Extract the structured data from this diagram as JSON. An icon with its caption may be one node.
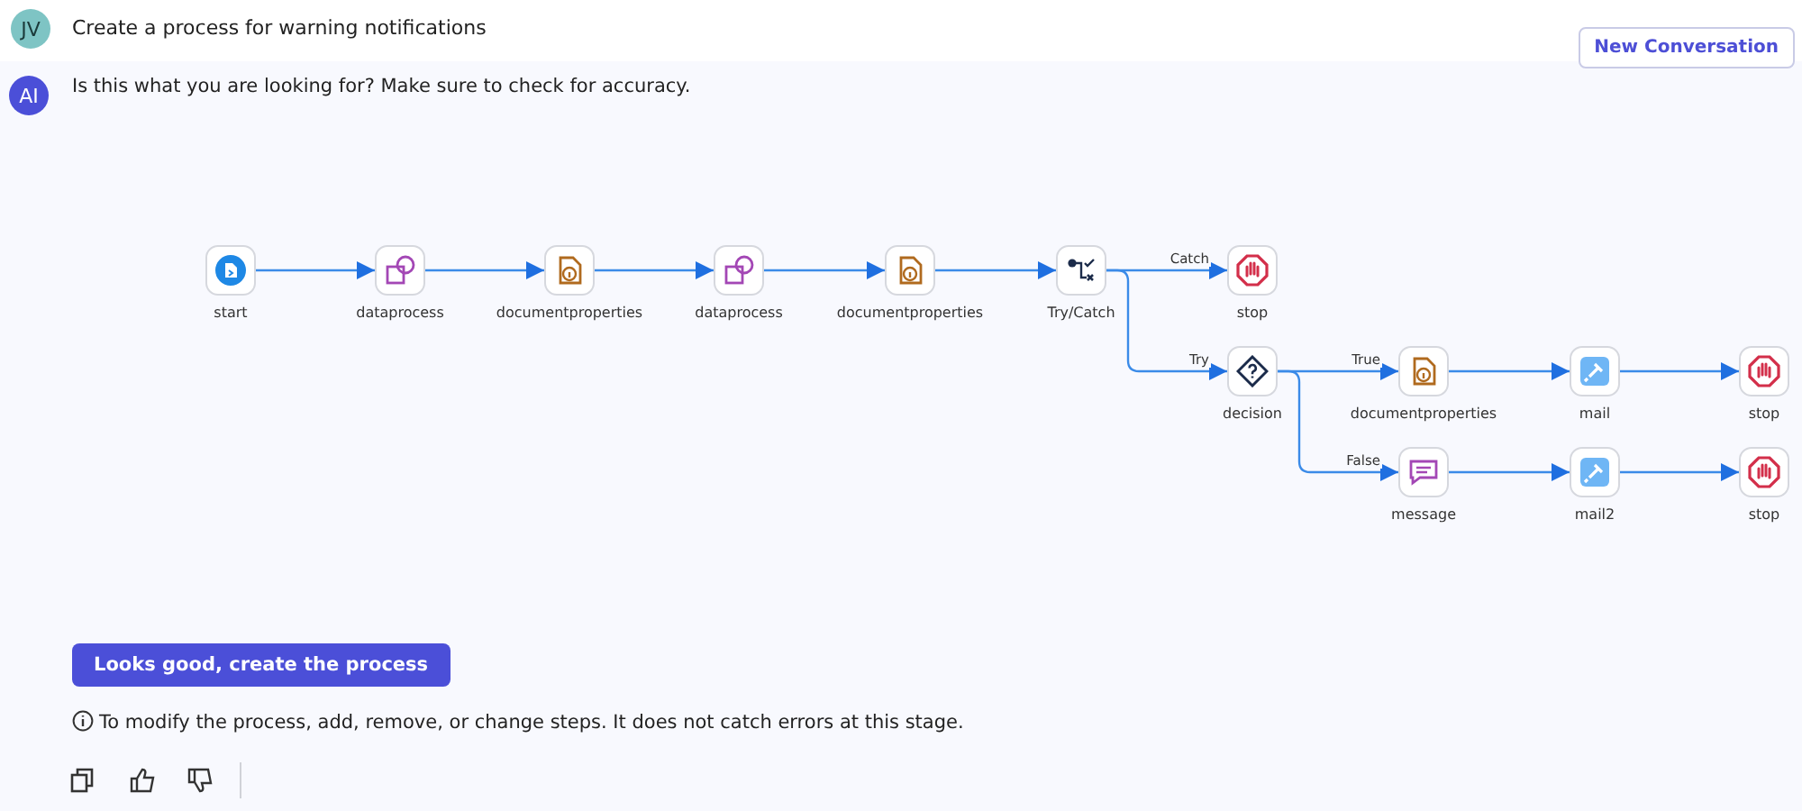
{
  "diagram": {
    "nodes": [
      {
        "text": [
          "start"
        ]
      },
      {
        "text": [
          "dataprocess"
        ]
      },
      {
        "text": [
          "documentproperties"
        ]
      },
      {
        "text": [
          "dataprocess"
        ]
      },
      {
        "text": [
          "documentproperties"
        ]
      },
      {
        "text": [
          "Try/Catch"
        ]
      },
      {
        "text": [
          "stop"
        ]
      },
      {
        "text": [
          "decision"
        ]
      },
      {
        "text": [
          "documentproperties"
        ]
      },
      {
        "text": [
          "mail"
        ]
      },
      {
        "text": [
          "stop"
        ]
      },
      {
        "text": [
          "message"
        ]
      },
      {
        "text": [
          "mail2"
        ]
      },
      {
        "text": [
          "stop"
        ]
      }
    ],
    "edges": [
      {
        "from": 0,
        "to": 1,
        "arrow": "to"
      },
      {
        "from": 1,
        "to": 2,
        "arrow": "to"
      },
      {
        "from": 2,
        "to": 3,
        "arrow": "to"
      },
      {
        "from": 3,
        "to": 4,
        "arrow": "to"
      },
      {
        "from": 4,
        "to": 5,
        "arrow": "to"
      },
      {
        "from": 5,
        "to": 6,
        "arrow": "to",
        "label": "Catch"
      },
      {
        "from": 5,
        "to": 7,
        "arrow": "to",
        "label": "Try"
      },
      {
        "from": 7,
        "to": 8,
        "arrow": "to",
        "label": "True"
      },
      {
        "from": 8,
        "to": 9,
        "arrow": "to"
      },
      {
        "from": 9,
        "to": 10,
        "arrow": "to"
      },
      {
        "from": 7,
        "to": 11,
        "arrow": "to",
        "label": "False"
      },
      {
        "from": 11,
        "to": 12,
        "arrow": "to"
      },
      {
        "from": 12,
        "to": 13,
        "arrow": "to"
      }
    ],
    "labels": [
      "JV",
      "Create a process for warning notifications",
      "New Conversation",
      "AI",
      "Is this what you are looking for? Make sure to check for accuracy.",
      "Looks good, create the process",
      "To modify the process, add, remove, or change steps. It does not catch errors at this stage."
    ]
  }
}
